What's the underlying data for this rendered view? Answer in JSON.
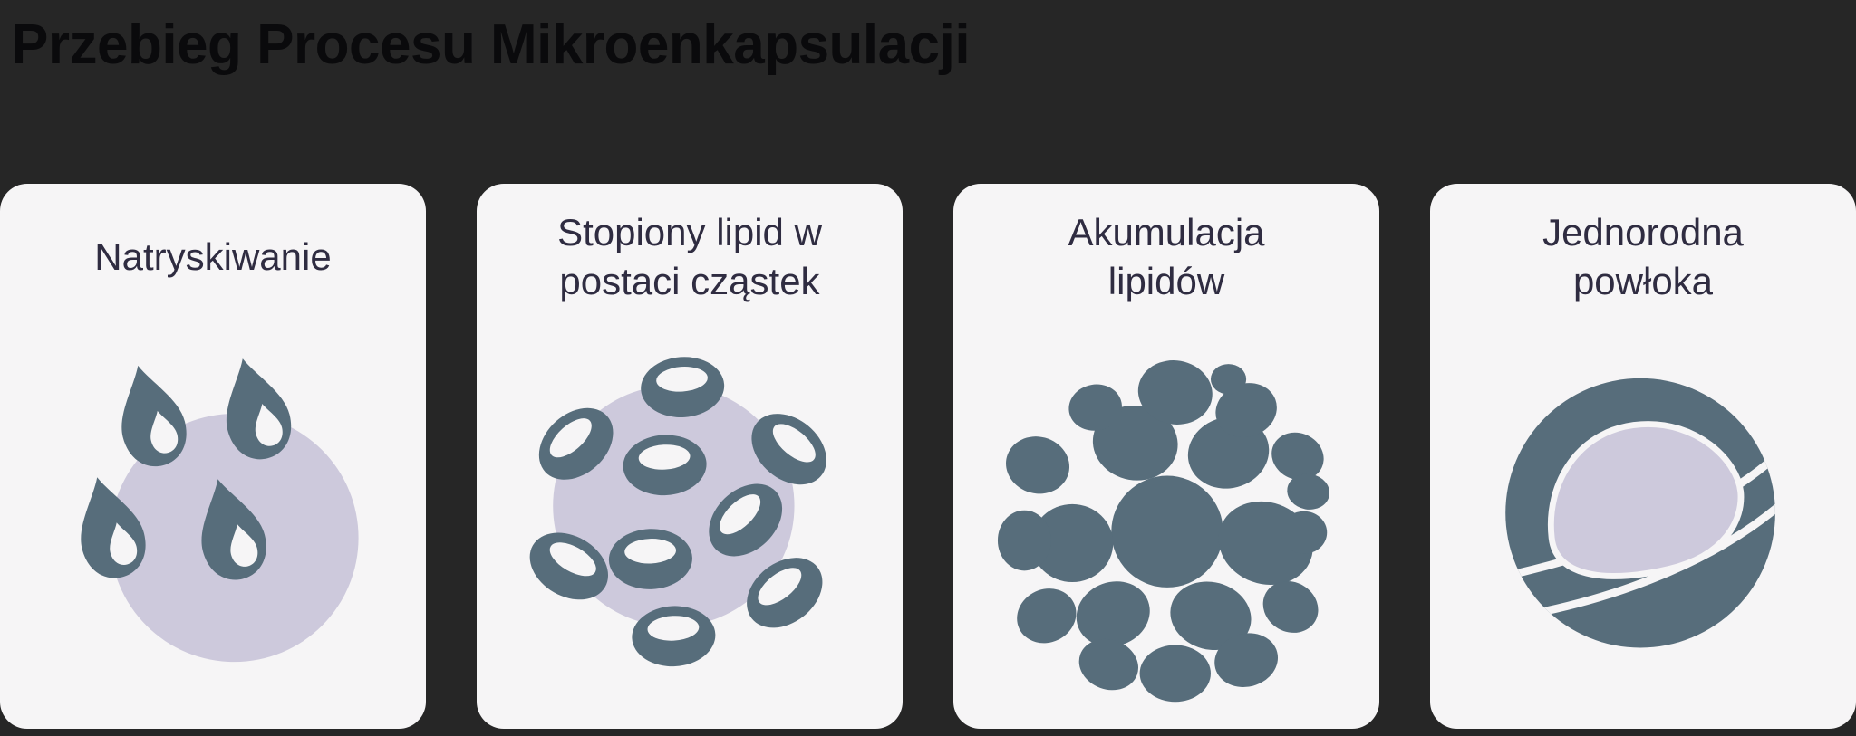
{
  "page": {
    "title": "Przebieg Procesu Mikroenkapsulacji",
    "background_color": "#262626",
    "title_color": "#0a0a0c"
  },
  "colors": {
    "card_background": "#f6f5f6",
    "card_title": "#2f2c41",
    "slate_icon": "#576d7b",
    "lavender_icon": "#cdc9dc"
  },
  "cards": [
    {
      "label": "Natryskiwanie",
      "icon": "spray-droplets-icon"
    },
    {
      "label": "Stopiony lipid w\npostaci cząstek",
      "icon": "lipid-particles-icon"
    },
    {
      "label": "Akumulacja\nlipidów",
      "icon": "lipid-accumulation-icon"
    },
    {
      "label": "Jednorodna\npowłoka",
      "icon": "uniform-coating-icon"
    }
  ]
}
